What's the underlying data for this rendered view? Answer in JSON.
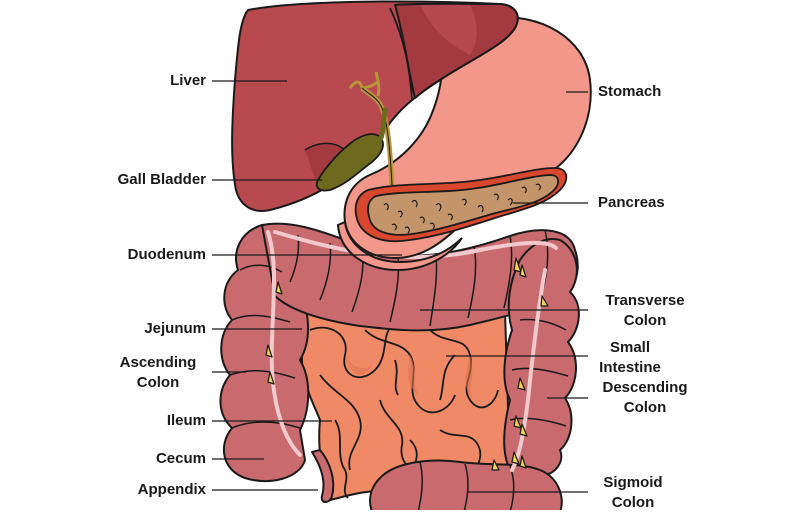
{
  "labels": {
    "liver": "Liver",
    "gall_bladder": "Gall Bladder",
    "duodenum": "Duodenum",
    "jejunum": "Jejunum",
    "ascending_colon": "Ascending\nColon",
    "ileum": "Ileum",
    "cecum": "Cecum",
    "appendix": "Appendix",
    "stomach": "Stomach",
    "pancreas": "Pancreas",
    "transverse_colon": "Transverse\nColon",
    "small_intestine": "Small\nIntestine",
    "descending_colon": "Descending\nColon",
    "sigmoid_colon": "Sigmoid\nColon"
  },
  "colors": {
    "liver": "#b84a4f",
    "liver_shade": "#a23a40",
    "stomach": "#f3978a",
    "pancreas": "#c4956a",
    "pancreas_rim": "#d9472f",
    "gall_bladder": "#6d6a1f",
    "colon": "#c86a6e",
    "colon_dark": "#b0575c",
    "colon_band": "#f2c9cc",
    "small_intestine": "#f08a66",
    "small_intestine_dark": "#e07350",
    "fat": "#f2d34a",
    "outline": "#1a1a1a"
  }
}
